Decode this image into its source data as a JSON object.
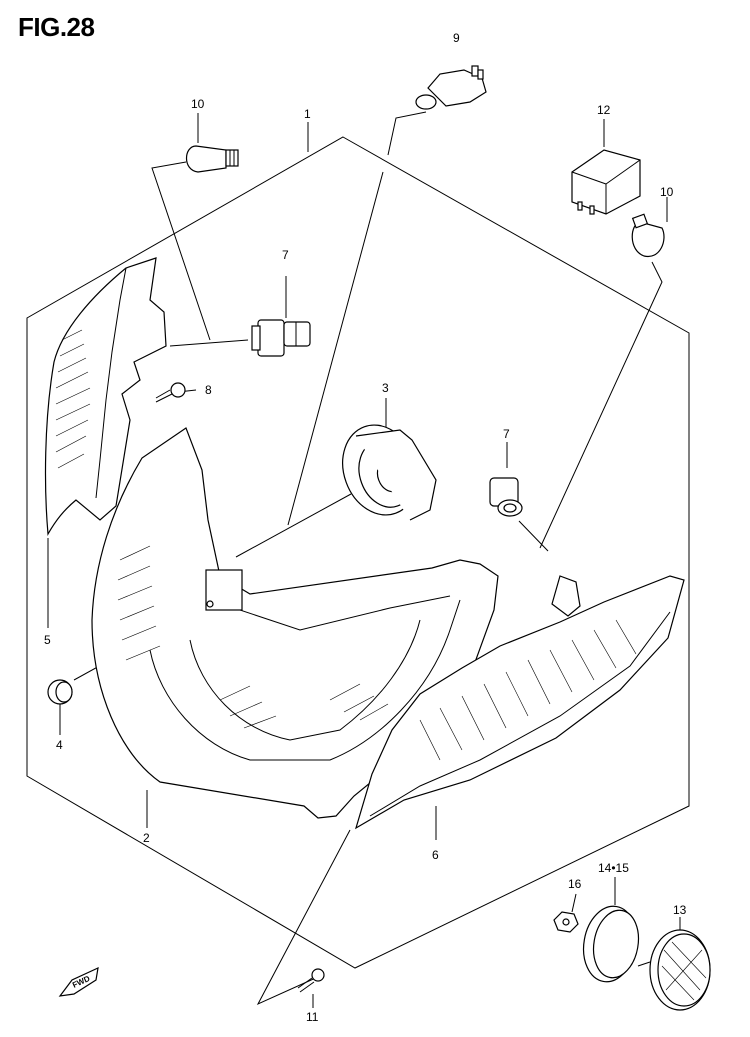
{
  "figure": {
    "title": "FIG.28"
  },
  "callouts": [
    {
      "id": "c1",
      "label": "1"
    },
    {
      "id": "c2",
      "label": "2"
    },
    {
      "id": "c3",
      "label": "3"
    },
    {
      "id": "c4",
      "label": "4"
    },
    {
      "id": "c5",
      "label": "5"
    },
    {
      "id": "c6",
      "label": "6"
    },
    {
      "id": "c7a",
      "label": "7"
    },
    {
      "id": "c7b",
      "label": "7"
    },
    {
      "id": "c8",
      "label": "8"
    },
    {
      "id": "c9",
      "label": "9"
    },
    {
      "id": "c10a",
      "label": "10"
    },
    {
      "id": "c10b",
      "label": "10"
    },
    {
      "id": "c11",
      "label": "11"
    },
    {
      "id": "c12",
      "label": "12"
    },
    {
      "id": "c13",
      "label": "13"
    },
    {
      "id": "c1415",
      "label": "14•15"
    },
    {
      "id": "c16",
      "label": "16"
    }
  ],
  "fwd_marker": {
    "label": "FWD"
  }
}
